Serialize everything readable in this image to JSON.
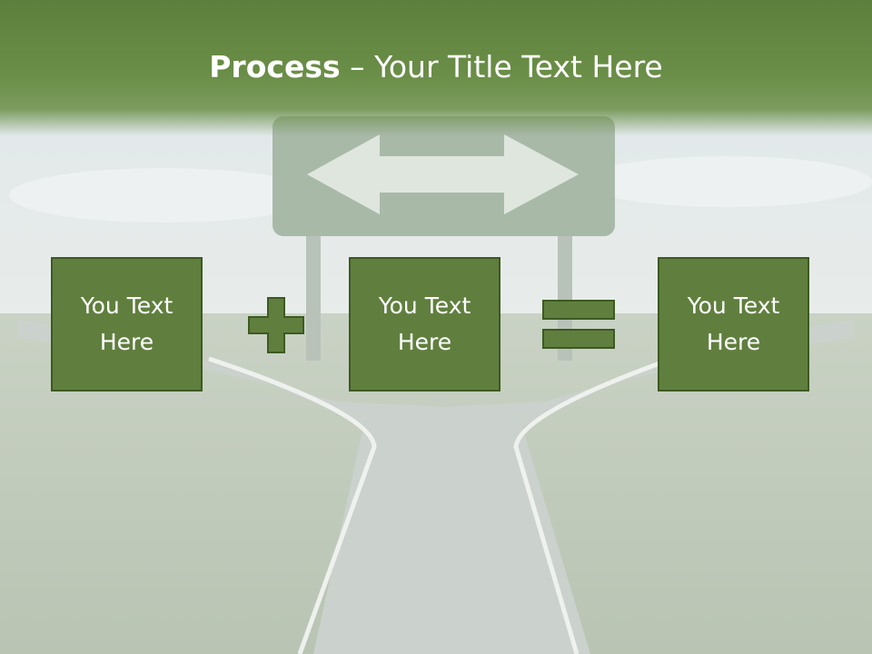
{
  "slide": {
    "title_bold": "Process",
    "title_rest": " – Your Title Text Here",
    "boxes": [
      {
        "label": "You Text\nHere"
      },
      {
        "label": "You Text\nHere"
      },
      {
        "label": "You Text\nHere"
      }
    ],
    "operators": [
      "plus-icon",
      "equals-icon"
    ]
  },
  "colors": {
    "title_band": "#5d7f3d",
    "box_fill": "#607f3e",
    "box_border": "#3c5a22",
    "title_text": "#ffffff"
  }
}
